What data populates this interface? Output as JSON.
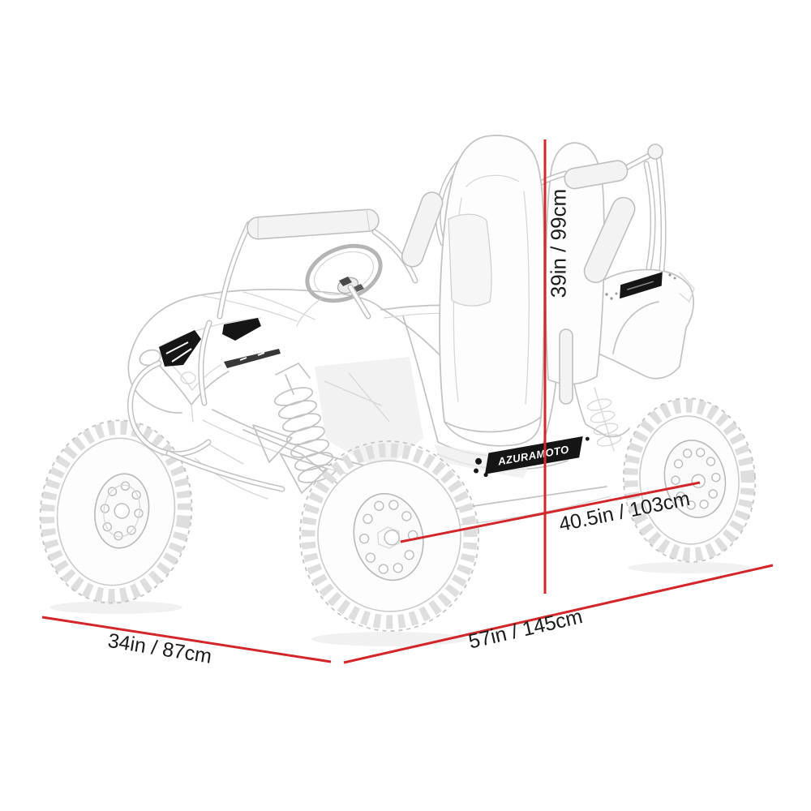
{
  "diagram": {
    "subject": "utv-side-by-side-line-drawing",
    "brand_decal": "AZURAMOTO",
    "labels": {
      "height": "39in / 99cm",
      "wheelbase": "40.5in / 103cm",
      "length": "57in / 145cm",
      "width": "34in / 87cm"
    },
    "colors": {
      "dimension_line": "#d2262a",
      "label_text": "#1b1b1b",
      "sketch_line": "#c3c3c3",
      "background": "#ffffff"
    }
  }
}
